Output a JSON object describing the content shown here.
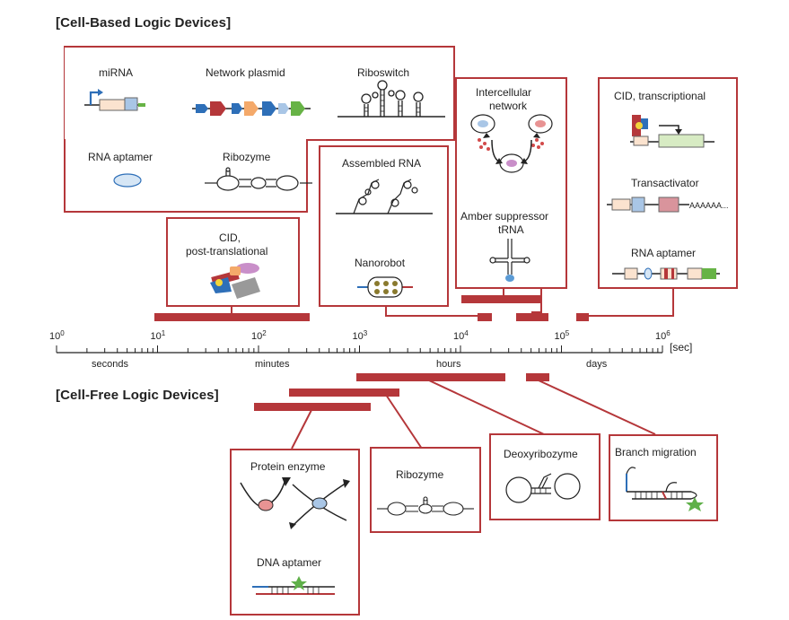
{
  "headings": {
    "cell_based": "[Cell-Based Logic Devices]",
    "cell_free": "[Cell-Free Logic Devices]"
  },
  "cell_based": {
    "box1": {
      "mirna": "miRNA",
      "network_plasmid": "Network plasmid",
      "riboswitch": "Riboswitch",
      "rna_aptamer": "RNA aptamer",
      "ribozyme": "Ribozyme"
    },
    "box_cid_post": {
      "label_line1": "CID,",
      "label_line2": "post-translational"
    },
    "box_assembled": {
      "assembled_rna": "Assembled RNA",
      "nanorobot": "Nanorobot"
    },
    "box_intercellular": {
      "label_line1": "Intercellular",
      "label_line2": "network",
      "amber_line1": "Amber suppressor",
      "amber_line2": "tRNA"
    },
    "box_cid_trans": {
      "label": "CID, transcriptional",
      "transactivator": "Transactivator",
      "rna_aptamer": "RNA aptamer",
      "polya": "AAAAAA..."
    }
  },
  "cell_free": {
    "protein_enzyme": "Protein enzyme",
    "dna_aptamer": "DNA aptamer",
    "ribozyme": "Ribozyme",
    "deoxyribozyme": "Deoxyribozyme",
    "branch_migration": "Branch migration"
  },
  "axis": {
    "base": "10",
    "exponents": [
      "0",
      "1",
      "2",
      "3",
      "4",
      "5",
      "6"
    ],
    "unit": "[sec]",
    "time_labels": [
      "seconds",
      "minutes",
      "hours",
      "days"
    ]
  },
  "colors": {
    "accent": "#b5373a"
  }
}
